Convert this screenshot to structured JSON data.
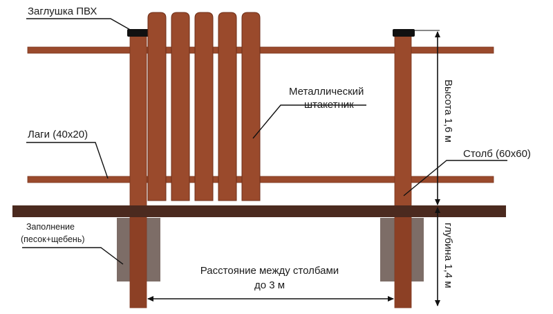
{
  "labels": {
    "cap": "Заглушка ПВХ",
    "picket_line1": "Металлический",
    "picket_line2": "штакетник",
    "rails": "Лаги (40x20)",
    "fill_line1": "Заполнение",
    "fill_line2": "(песок+щебень)",
    "height": "Высота 1,6 м",
    "post": "Столб (60x60)",
    "depth": "глубина 1,4 м",
    "spacing_line1": "Расстояние между столбами",
    "spacing_line2": "до 3 м"
  },
  "colors": {
    "wood": "#9a4a2c",
    "wood_dark": "#6e2e18",
    "ground": "#4b2a1f",
    "fill": "#7d6d67",
    "cap": "#111111",
    "line": "#111111"
  }
}
